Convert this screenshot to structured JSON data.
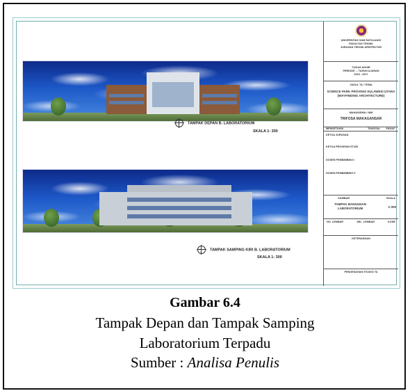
{
  "drawing": {
    "front_label": "TAMPAK DEPAN B. LABORATORIUM",
    "front_scale": "SKALA 1: 300",
    "side_label": "TAMPAK SAMPING KIRI B. LABORATORIUM",
    "side_scale": "SKALA 1: 300"
  },
  "title_block": {
    "university": "UNIVERSITAS SAM RATULANGI",
    "faculty": "FAKULTAS TEKNIK",
    "department": "JURUSAN TEKNIK ARSITEKTUR",
    "assignment_title": "TUGAS AKHIR",
    "period": "PERIODE ... TAHUN AJARAN",
    "year": "2016 - 2017",
    "topic_label": "JUDUL TA / TEMA",
    "project_title": "SCIENCE PARK PROVINSI SULAWESI UTARA",
    "theme": "(WAYFINDING ARCHITECTURE)",
    "student_label": "MAHASISWA / NIM",
    "student_name": "TRIFOSA MAKAGANSAR",
    "signature_header": "MENGETAHUI",
    "date_header": "TANGGAL",
    "sign_header": "PARAF",
    "head_label": "KETUA JURUSAN",
    "program_head_label": "KETUA PROGRAM STUDI",
    "supervisor1_label": "DOSEN PEMBIMBING I",
    "supervisor2_label": "DOSEN PEMBIMBING II",
    "drawing_label": "GAMBAR",
    "scale_label": "SKALA",
    "drawing_title": "TAMPAK BANGUNAN LABORATORIUM",
    "scale_value": "1:300",
    "sheet_no_label": "NO. LEMBAR",
    "sheet_count_label": "JML. LEMBAR",
    "code_label": "KODE",
    "notes_label": "KETERANGAN",
    "approval_label": "PENGESAHAN STUDIO TA"
  },
  "caption": {
    "figure": "Gambar 6.4",
    "line1": "Tampak Depan dan Tampak Samping",
    "line2": "Laboratorium Terpadu",
    "source_prefix": "Sumber : ",
    "source": "Analisa Penulis"
  }
}
